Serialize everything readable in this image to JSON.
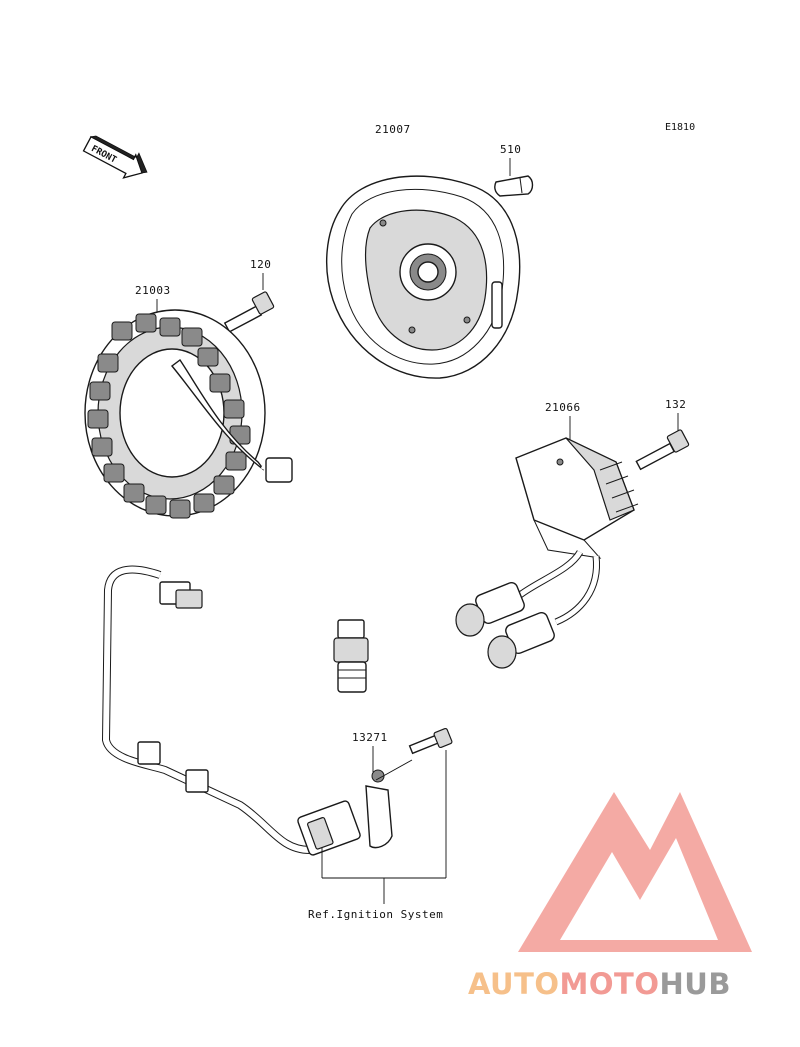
{
  "diagram": {
    "code": "E1810",
    "front_label": "FRONT",
    "reference_text": "Ref.Ignition System"
  },
  "parts": [
    {
      "number": "21007"
    },
    {
      "number": "510"
    },
    {
      "number": "120"
    },
    {
      "number": "21003"
    },
    {
      "number": "21066"
    },
    {
      "number": "132"
    },
    {
      "number": "13271"
    }
  ],
  "watermark": {
    "part1": "AUTO",
    "part2": "MOTO",
    "part3": "HUB",
    "color_auto": "#f6c08a",
    "color_moto": "#f29a94",
    "color_hub": "#9a9a9a",
    "triangle_color": "#f3a19a"
  }
}
